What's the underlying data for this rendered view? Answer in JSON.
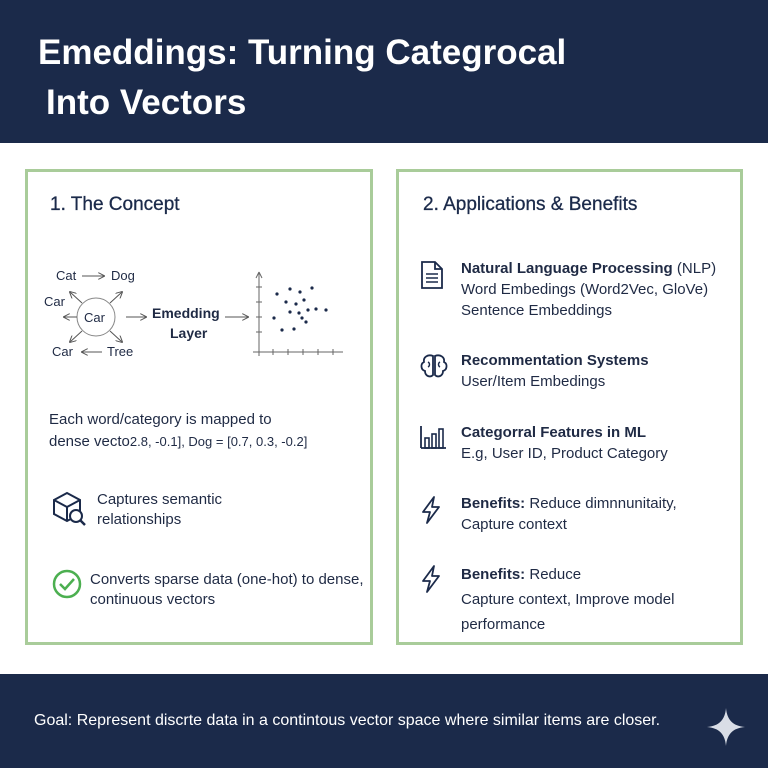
{
  "header": {
    "title_line1": "Emeddings: Turning Categrocal",
    "title_line2": "Into Vectors"
  },
  "concept": {
    "heading": "1. The Concept",
    "diagram": {
      "word_cat": "Cat",
      "word_dog": "Dog",
      "word_car_left": "Car",
      "word_car_center": "Car",
      "word_car_bottom": "Car",
      "word_tree": "Tree",
      "layer_line1": "Emedding",
      "layer_line2": "Layer"
    },
    "mapping_line1": "Each word/category is mapped to",
    "mapping_line2_a": "dense vecto",
    "mapping_line2_b": "2.8, -0.1], Dog = [0.7, 0.3, -0.2]",
    "points": [
      {
        "icon": "cube-magnifier-icon",
        "line1": "Captures semantic",
        "line2": "relationships"
      },
      {
        "icon": "check-circle-icon",
        "line1": "Converts sparse data (one-hot) to dense,",
        "line2": "continuous vectors"
      }
    ]
  },
  "applications": {
    "heading": "2. Applications & Benefits",
    "items": [
      {
        "icon": "document-icon",
        "bold": "Natural Language Processing",
        "rest": " (NLP)",
        "line2": "Word Embedings (Word2Vec, GloVe)",
        "line3": "Sentence Embeddings"
      },
      {
        "icon": "brain-icon",
        "bold": "Recommentation Systems",
        "rest": "",
        "line2": "User/Item Embedings",
        "line3": ""
      },
      {
        "icon": "bar-chart-icon",
        "bold": "Categorral Features in ML",
        "rest": "",
        "line2": "E.g, User ID, Product Category",
        "line3": ""
      },
      {
        "icon": "lightning-icon",
        "bold": "Benefits:",
        "rest": " Reduce dimnnunitaity,",
        "line2": "Capture context",
        "line3": ""
      },
      {
        "icon": "lightning-icon",
        "bold": "Benefits:",
        "rest": " Reduce",
        "line2": "Capture context, Improve model",
        "line3": "performance"
      }
    ]
  },
  "footer": {
    "goal": "Goal: Represent discrte data in a contintous vector space where similar items are closer."
  },
  "colors": {
    "navy": "#1b2a4a",
    "panel_border": "#a9cc9a",
    "check_green": "#4caf50"
  }
}
